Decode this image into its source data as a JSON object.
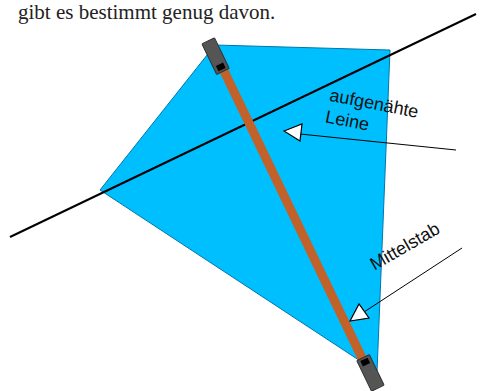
{
  "diagram": {
    "labels": [
      "gibt es bestimmt genug davon.",
      "aufgenähte Leine",
      "Mittelstab"
    ]
  }
}
